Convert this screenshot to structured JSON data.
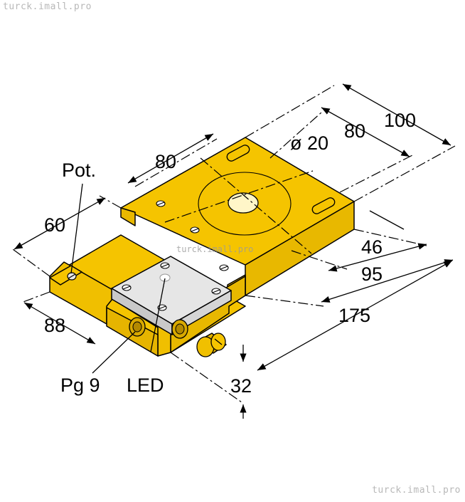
{
  "watermark": {
    "top": "turck.imall.pro",
    "bottom": "turck.imall.pro",
    "center": "turck.imall.pro"
  },
  "labels": {
    "pot": "Pot.",
    "pg9": "Pg 9",
    "led": "LED"
  },
  "dimensions": {
    "d100": "100",
    "d80_right": "80",
    "d80_top": "80",
    "dia20": "ø 20",
    "d60": "60",
    "d88": "88",
    "d46": "46",
    "d95": "95",
    "d175": "175",
    "d32": "32"
  },
  "colors": {
    "housing": "#f5c400",
    "housing_side": "#e2b300",
    "housing_dark": "#c99c00",
    "cap": "#e6e6e6",
    "cap_side": "#c9c9c9",
    "line": "#000000"
  }
}
